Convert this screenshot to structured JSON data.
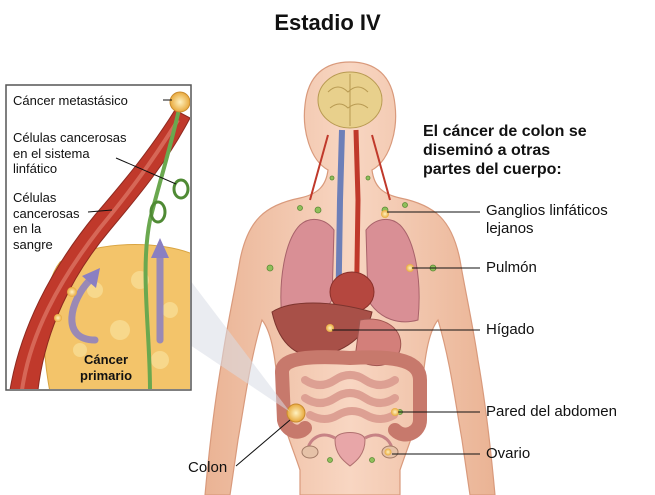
{
  "title": "Estadio IV",
  "heading_lines": [
    "El cáncer de colon se",
    "diseminó a otras",
    "partes del cuerpo:"
  ],
  "labels": {
    "lymph_nodes": [
      "Ganglios linfáticos",
      "lejanos"
    ],
    "lung": "Pulmón",
    "liver": "Hígado",
    "abdominal_wall": "Pared del abdomen",
    "ovary": "Ovario",
    "colon": "Colon"
  },
  "inset": {
    "metastatic": "Cáncer metastásico",
    "lymphatic_cells": [
      "Células cancerosas",
      "en el sistema",
      "linfático"
    ],
    "blood_cells": [
      "Células",
      "cancerosas",
      "en la",
      "sangre"
    ],
    "primary": [
      "Cáncer",
      "primario"
    ]
  },
  "colors": {
    "skin": "#f3c6ad",
    "lung": "#d98f95",
    "liver": "#a85048",
    "intestine": "#d89888",
    "vessel_red": "#c0392b",
    "lymph_green": "#6aa84f",
    "tumor": "#f3c46a"
  }
}
